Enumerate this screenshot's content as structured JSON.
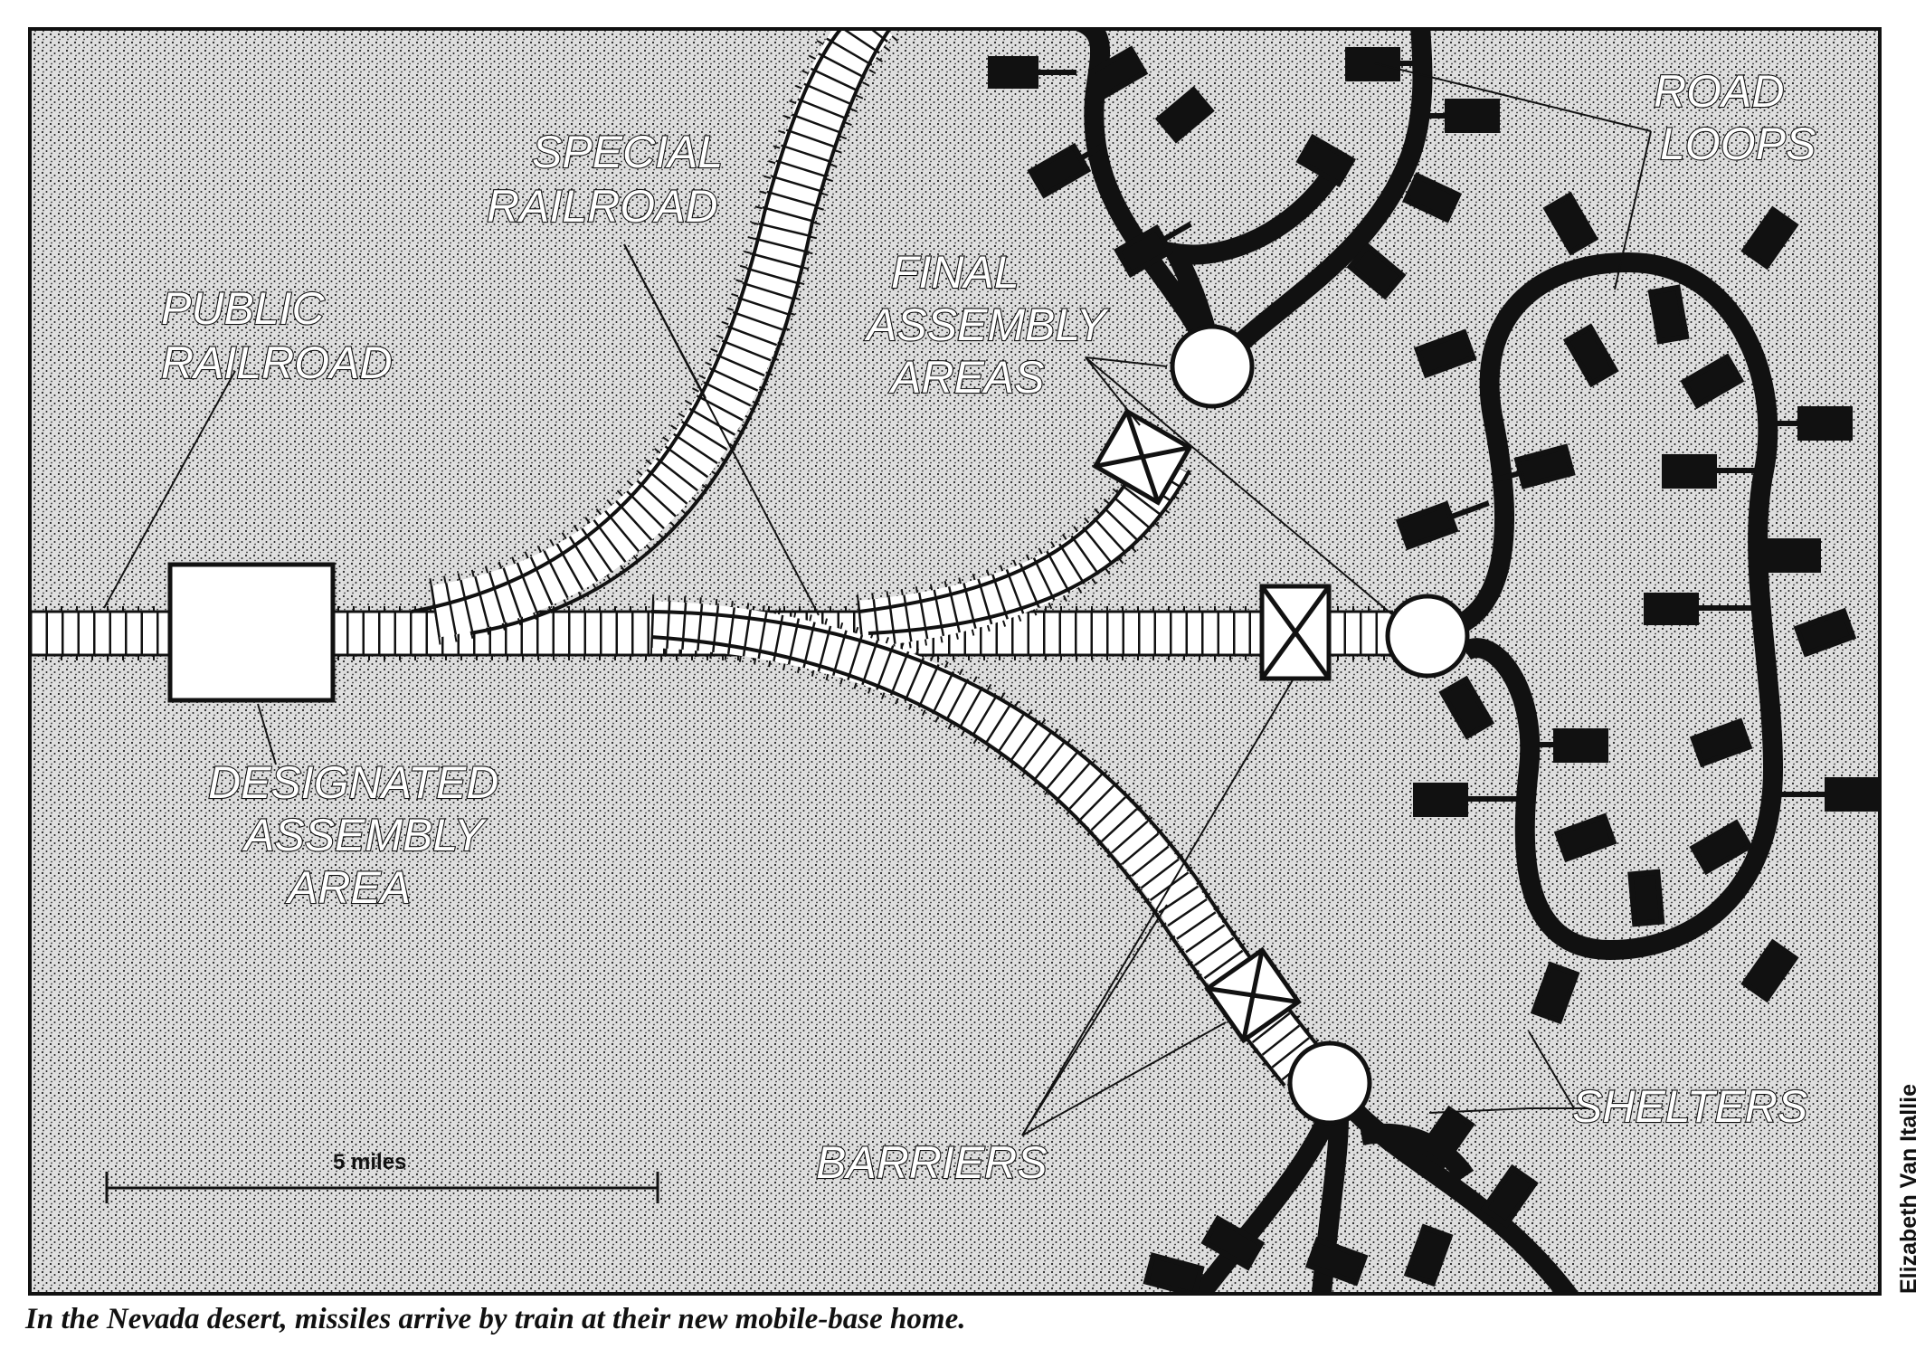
{
  "labels": {
    "public_railroad": [
      "PUBLIC",
      "RAILROAD"
    ],
    "special_railroad": [
      "SPECIAL",
      "RAILROAD"
    ],
    "final_assembly": [
      "FINAL",
      "ASSEMBLY",
      "AREAS"
    ],
    "road_loops": [
      "ROAD",
      "LOOPS"
    ],
    "designated_assembly": [
      "DESIGNATED",
      "ASSEMBLY",
      "AREA"
    ],
    "shelters": "SHELTERS",
    "barriers": "BARRIERS",
    "scale": "5 miles"
  },
  "caption": "In the Nevada desert, missiles arrive by train at their new mobile-base home.",
  "credit": "Elizabeth Van Itallie",
  "colors": {
    "ink": "#111111",
    "paper": "#ffffff",
    "desert": "#dcdcdc"
  }
}
